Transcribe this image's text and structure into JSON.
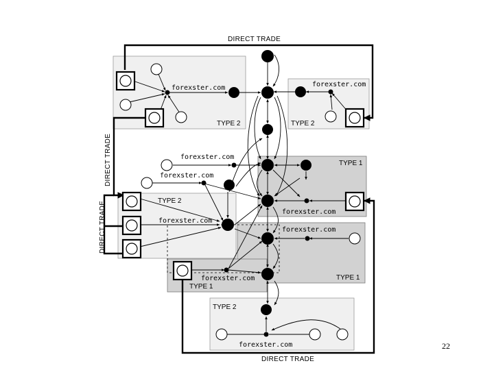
{
  "diagram": {
    "route_label": "DIRECT TRADE",
    "broker_label": "forexster.com",
    "type_1": "TYPE 1",
    "type_2": "TYPE 2",
    "page_number": "22"
  }
}
